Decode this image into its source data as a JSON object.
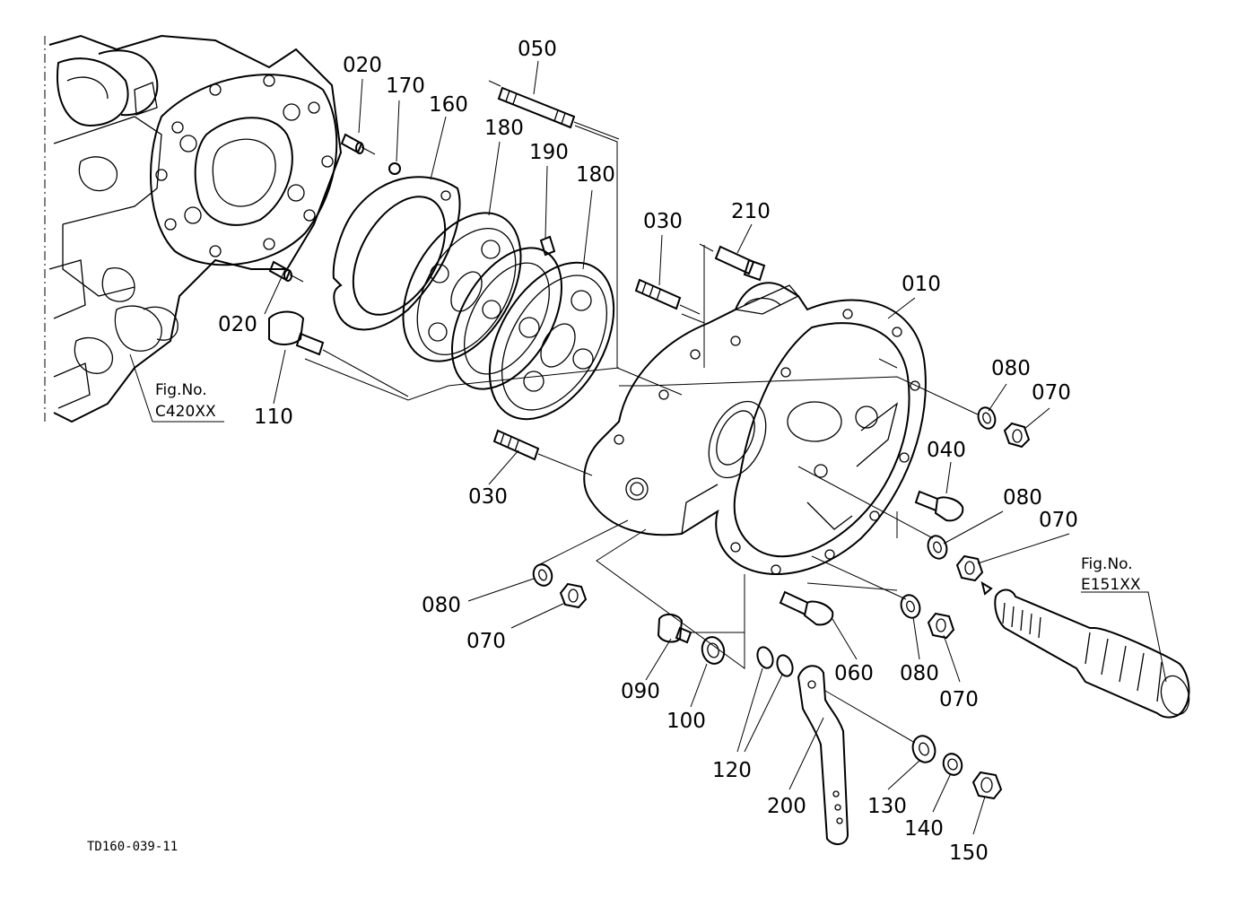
{
  "diagram": {
    "labels": {
      "p010": "010",
      "p020a": "020",
      "p020b": "020",
      "p030a": "030",
      "p030b": "030",
      "p040": "040",
      "p050": "050",
      "p060": "060",
      "p070a": "070",
      "p070b": "070",
      "p070c": "070",
      "p070d": "070",
      "p080a": "080",
      "p080b": "080",
      "p080c": "080",
      "p080d": "080",
      "p090": "090",
      "p100": "100",
      "p110": "110",
      "p120": "120",
      "p130": "130",
      "p140": "140",
      "p150": "150",
      "p160": "160",
      "p170": "170",
      "p180a": "180",
      "p180b": "180",
      "p190": "190",
      "p200": "200",
      "p210": "210"
    },
    "fig_refs": {
      "left_title": "Fig.No.",
      "left_code": "C420XX",
      "right_title": "Fig.No.",
      "right_code": "E151XX"
    },
    "drawing_code": "TD160-039-11"
  }
}
